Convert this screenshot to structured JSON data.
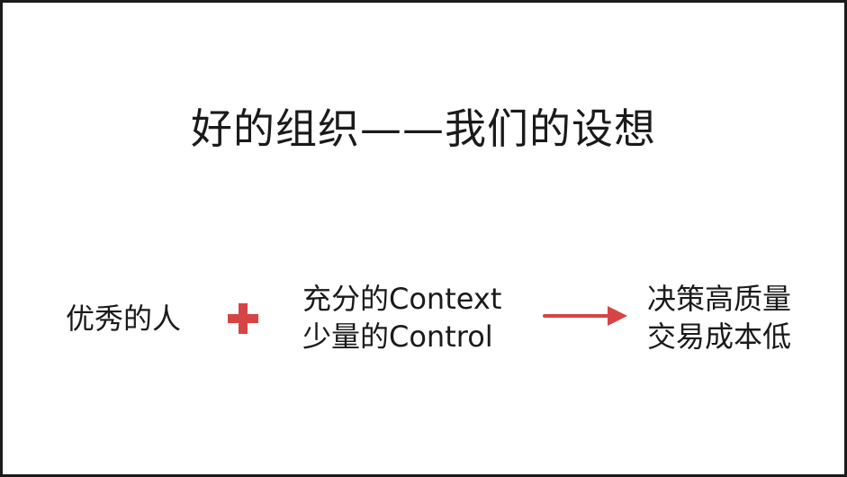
{
  "title": "好的组织——我们的设想",
  "left_term": "优秀的人",
  "operator_icon": "plus-icon",
  "middle": {
    "line1": "充分的Context",
    "line2": "少量的Control"
  },
  "result_arrow_icon": "arrow-right-icon",
  "right": {
    "line1": "决策高质量",
    "line2": "交易成本低"
  },
  "colors": {
    "accent": "#d64545",
    "text": "#1a1a1a",
    "border": "#1a1a1a"
  }
}
